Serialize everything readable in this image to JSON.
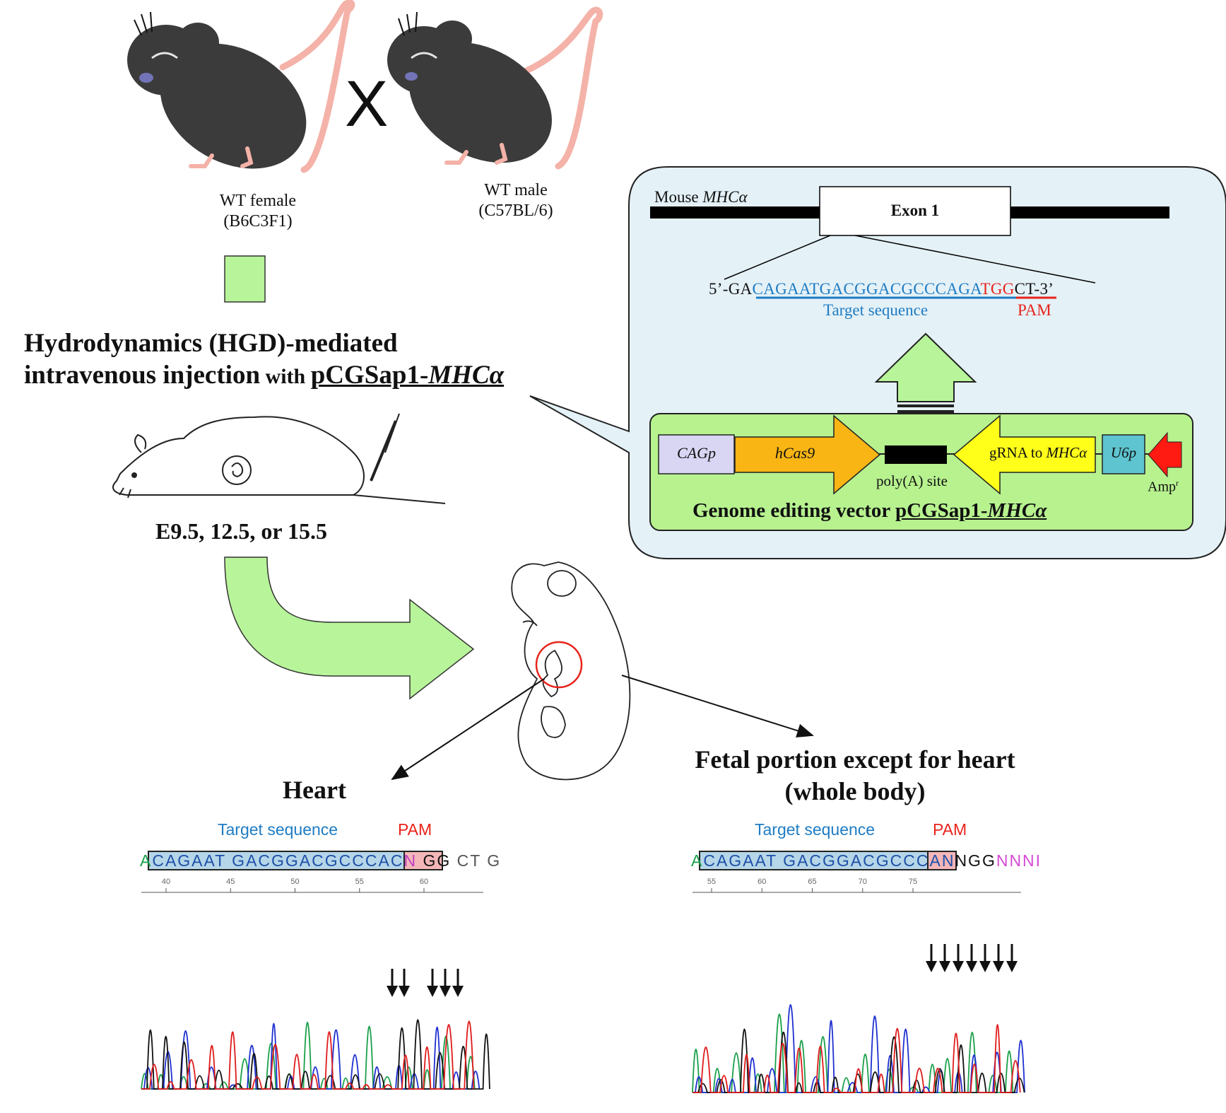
{
  "cross": {
    "symbol": "X",
    "female": {
      "line1": "WT female",
      "line2": "(B6C3F1)"
    },
    "male": {
      "line1": "WT male",
      "line2": "(C57BL/6)"
    }
  },
  "injection": {
    "line1": "Hydrodynamics (HGD)-mediated",
    "line2_a": "intravenous injection",
    "line2_b": " with ",
    "line2_c": "pCGSap1-",
    "line2_italic": "MHCα",
    "stages": "E9.5, 12.5, or 15.5"
  },
  "callout": {
    "gene_prefix": "Mouse ",
    "gene_italic": "MHCα",
    "exon": "Exon 1",
    "seq_prefix": "5’-GA",
    "seq_target": "CAGAATGACGGACGCCCAGA",
    "seq_pam": "TGG",
    "seq_suffix": "CT-3’",
    "target_label": "Target sequence",
    "pam_label": "PAM",
    "vector": {
      "cagp": "CAGp",
      "hcas9": "hCas9",
      "polya": "poly(A) site",
      "grna_prefix": "gRNA to ",
      "grna_italic": "MHCα",
      "u6p": "U6p",
      "amp": "Amp",
      "amp_sup": "r",
      "title_prefix": "Genome editing vector ",
      "title_u": "pCGSap1-",
      "title_italic": "MHCα"
    }
  },
  "heart": {
    "title": "Heart",
    "target_label": "Target sequence",
    "pam_label": "PAM",
    "seq_first": "A",
    "seq_box": "CAGAAT GACGGACGCCCAC",
    "seq_n": "N",
    "seq_pam": " GG",
    "seq_tail": " CT G",
    "ticks": [
      "40",
      "45",
      "50",
      "55",
      "60"
    ],
    "arrow_count": 5
  },
  "fetal": {
    "title_line1": "Fetal portion except for heart",
    "title_line2": "(whole body)",
    "target_label": "Target sequence",
    "pam_label": "PAM",
    "seq_first": "A",
    "seq_box": "CAGAAT GACGGACGCCCAN",
    "seq_pam": "NGG",
    "seq_tail": "NNNI",
    "ticks": [
      "55",
      "60",
      "65",
      "70",
      "75"
    ],
    "arrow_count": 7
  },
  "colors": {
    "green_fill": "#b8f59a",
    "callout_fill": "#e4f1f7",
    "vector_fill": "#b7f28f",
    "target_blue": "#1e7cc4",
    "pam_red": "#e8231b",
    "hcas9_orange": "#f8b514",
    "grna_yellow": "#ffff1a",
    "cagp_lavender": "#d8d6f3",
    "u6p_teal": "#5ec4cf",
    "amp_red": "#ff1a12",
    "mouse_dark": "#3b3b3b",
    "tail_pink": "#f4b2a8"
  }
}
